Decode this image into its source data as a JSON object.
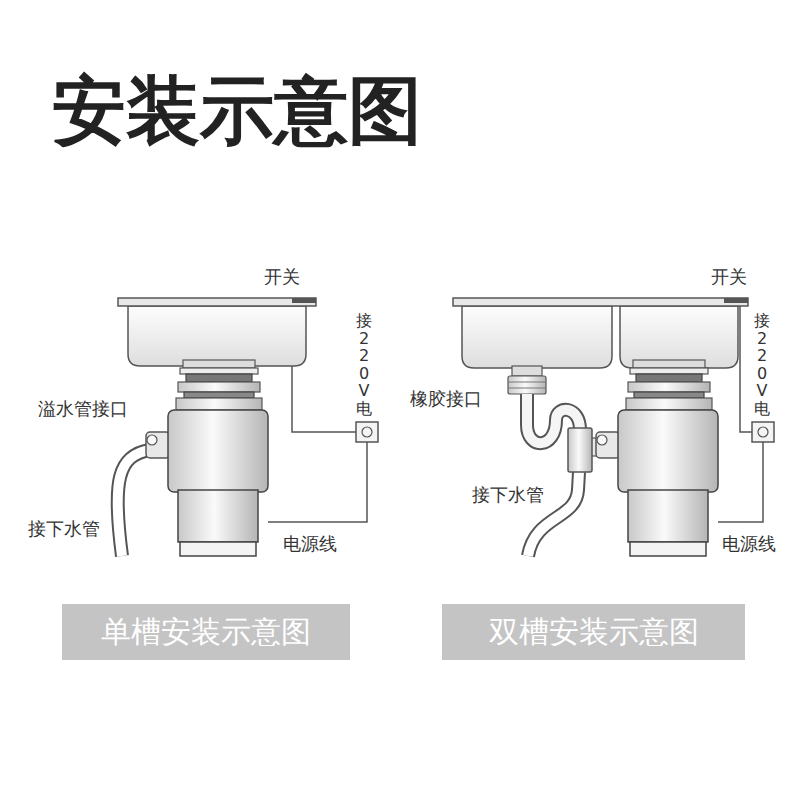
{
  "diagram": {
    "title": "安装示意图",
    "nodes": [
      {
        "text": [
          "单槽安装示意图"
        ]
      },
      {
        "text": [
          "双槽安装示意图"
        ]
      }
    ],
    "labels": [
      "开关",
      "接220V电",
      "溢水管接口",
      "接下水管",
      "电源线",
      "开关",
      "接220V电",
      "橡胶接口",
      "接下水管",
      "电源线"
    ]
  }
}
